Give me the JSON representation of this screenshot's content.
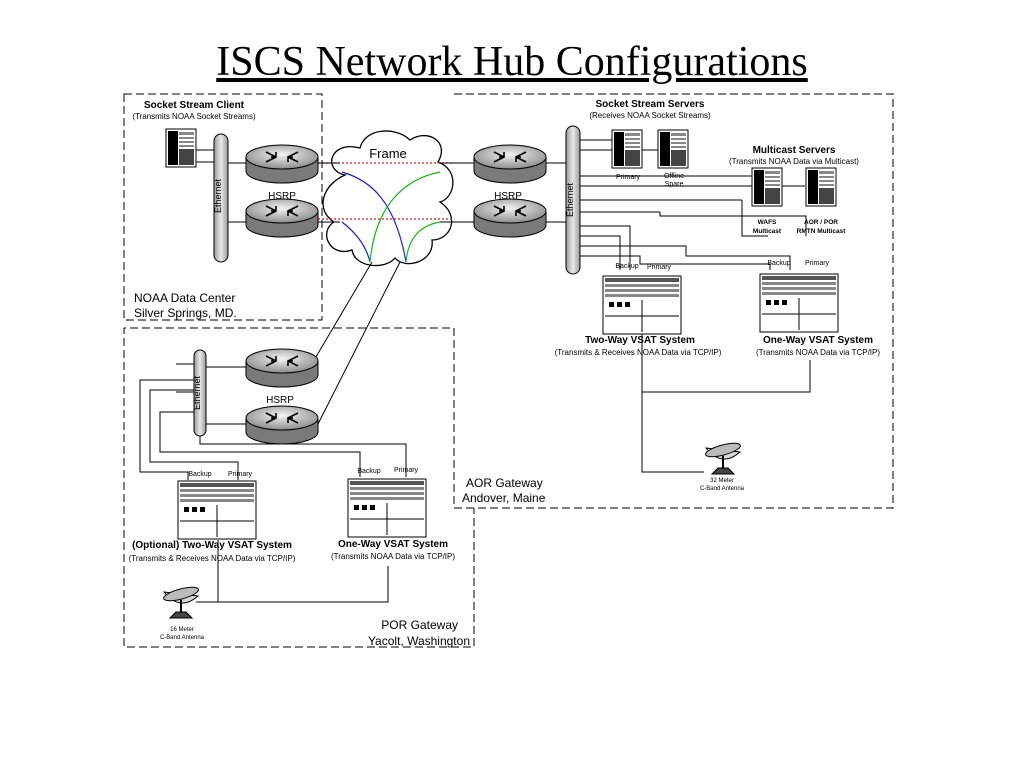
{
  "title": "ISCS Network Hub Configurations",
  "noaa": {
    "client_title": "Socket Stream Client",
    "client_sub": "(Transmits NOAA Socket Streams)",
    "ethernet": "Ethernet",
    "hsrp": "HSRP",
    "loc1": "NOAA Data Center",
    "loc2": "Silver Springs, MD."
  },
  "cloud": {
    "label": "Frame"
  },
  "aor": {
    "servers_title": "Socket Stream Servers",
    "servers_sub": "(Receives NOAA Socket Streams)",
    "primary": "Primary",
    "offline1": "Offline",
    "offline2": "Spare",
    "multicast_title": "Multicast Servers",
    "multicast_sub": "(Transmits NOAA Data via Multicast)",
    "wafs1": "WAFS",
    "wafs2": "Multicast",
    "aorpor1": "AOR / POR",
    "aorpor2": "RMTN Multicast",
    "ethernet": "Ethernet",
    "hsrp": "HSRP",
    "backup": "Backup",
    "primary2": "Primary",
    "twoway_title": "Two-Way VSAT System",
    "twoway_sub": "(Transmits & Receives NOAA Data via TCP/IP)",
    "oneway_title": "One-Way VSAT System",
    "oneway_sub": "(Transmits NOAA Data via TCP/IP)",
    "antenna1": "32 Meter",
    "antenna2": "C-Band Antenna",
    "loc1": "AOR Gateway",
    "loc2": "Andover, Maine"
  },
  "por": {
    "ethernet": "Ethernet",
    "hsrp": "HSRP",
    "backup": "Backup",
    "primary": "Primary",
    "twoway_title": "(Optional) Two-Way VSAT System",
    "twoway_sub": "(Transmits & Receives NOAA Data via TCP/IP)",
    "oneway_title": "One-Way VSAT System",
    "oneway_sub": "(Transmits NOAA Data via TCP/IP)",
    "antenna1": "16 Meter",
    "antenna2": "C-Band Antenna",
    "loc1": "POR Gateway",
    "loc2": "Yacolt, Washington"
  }
}
